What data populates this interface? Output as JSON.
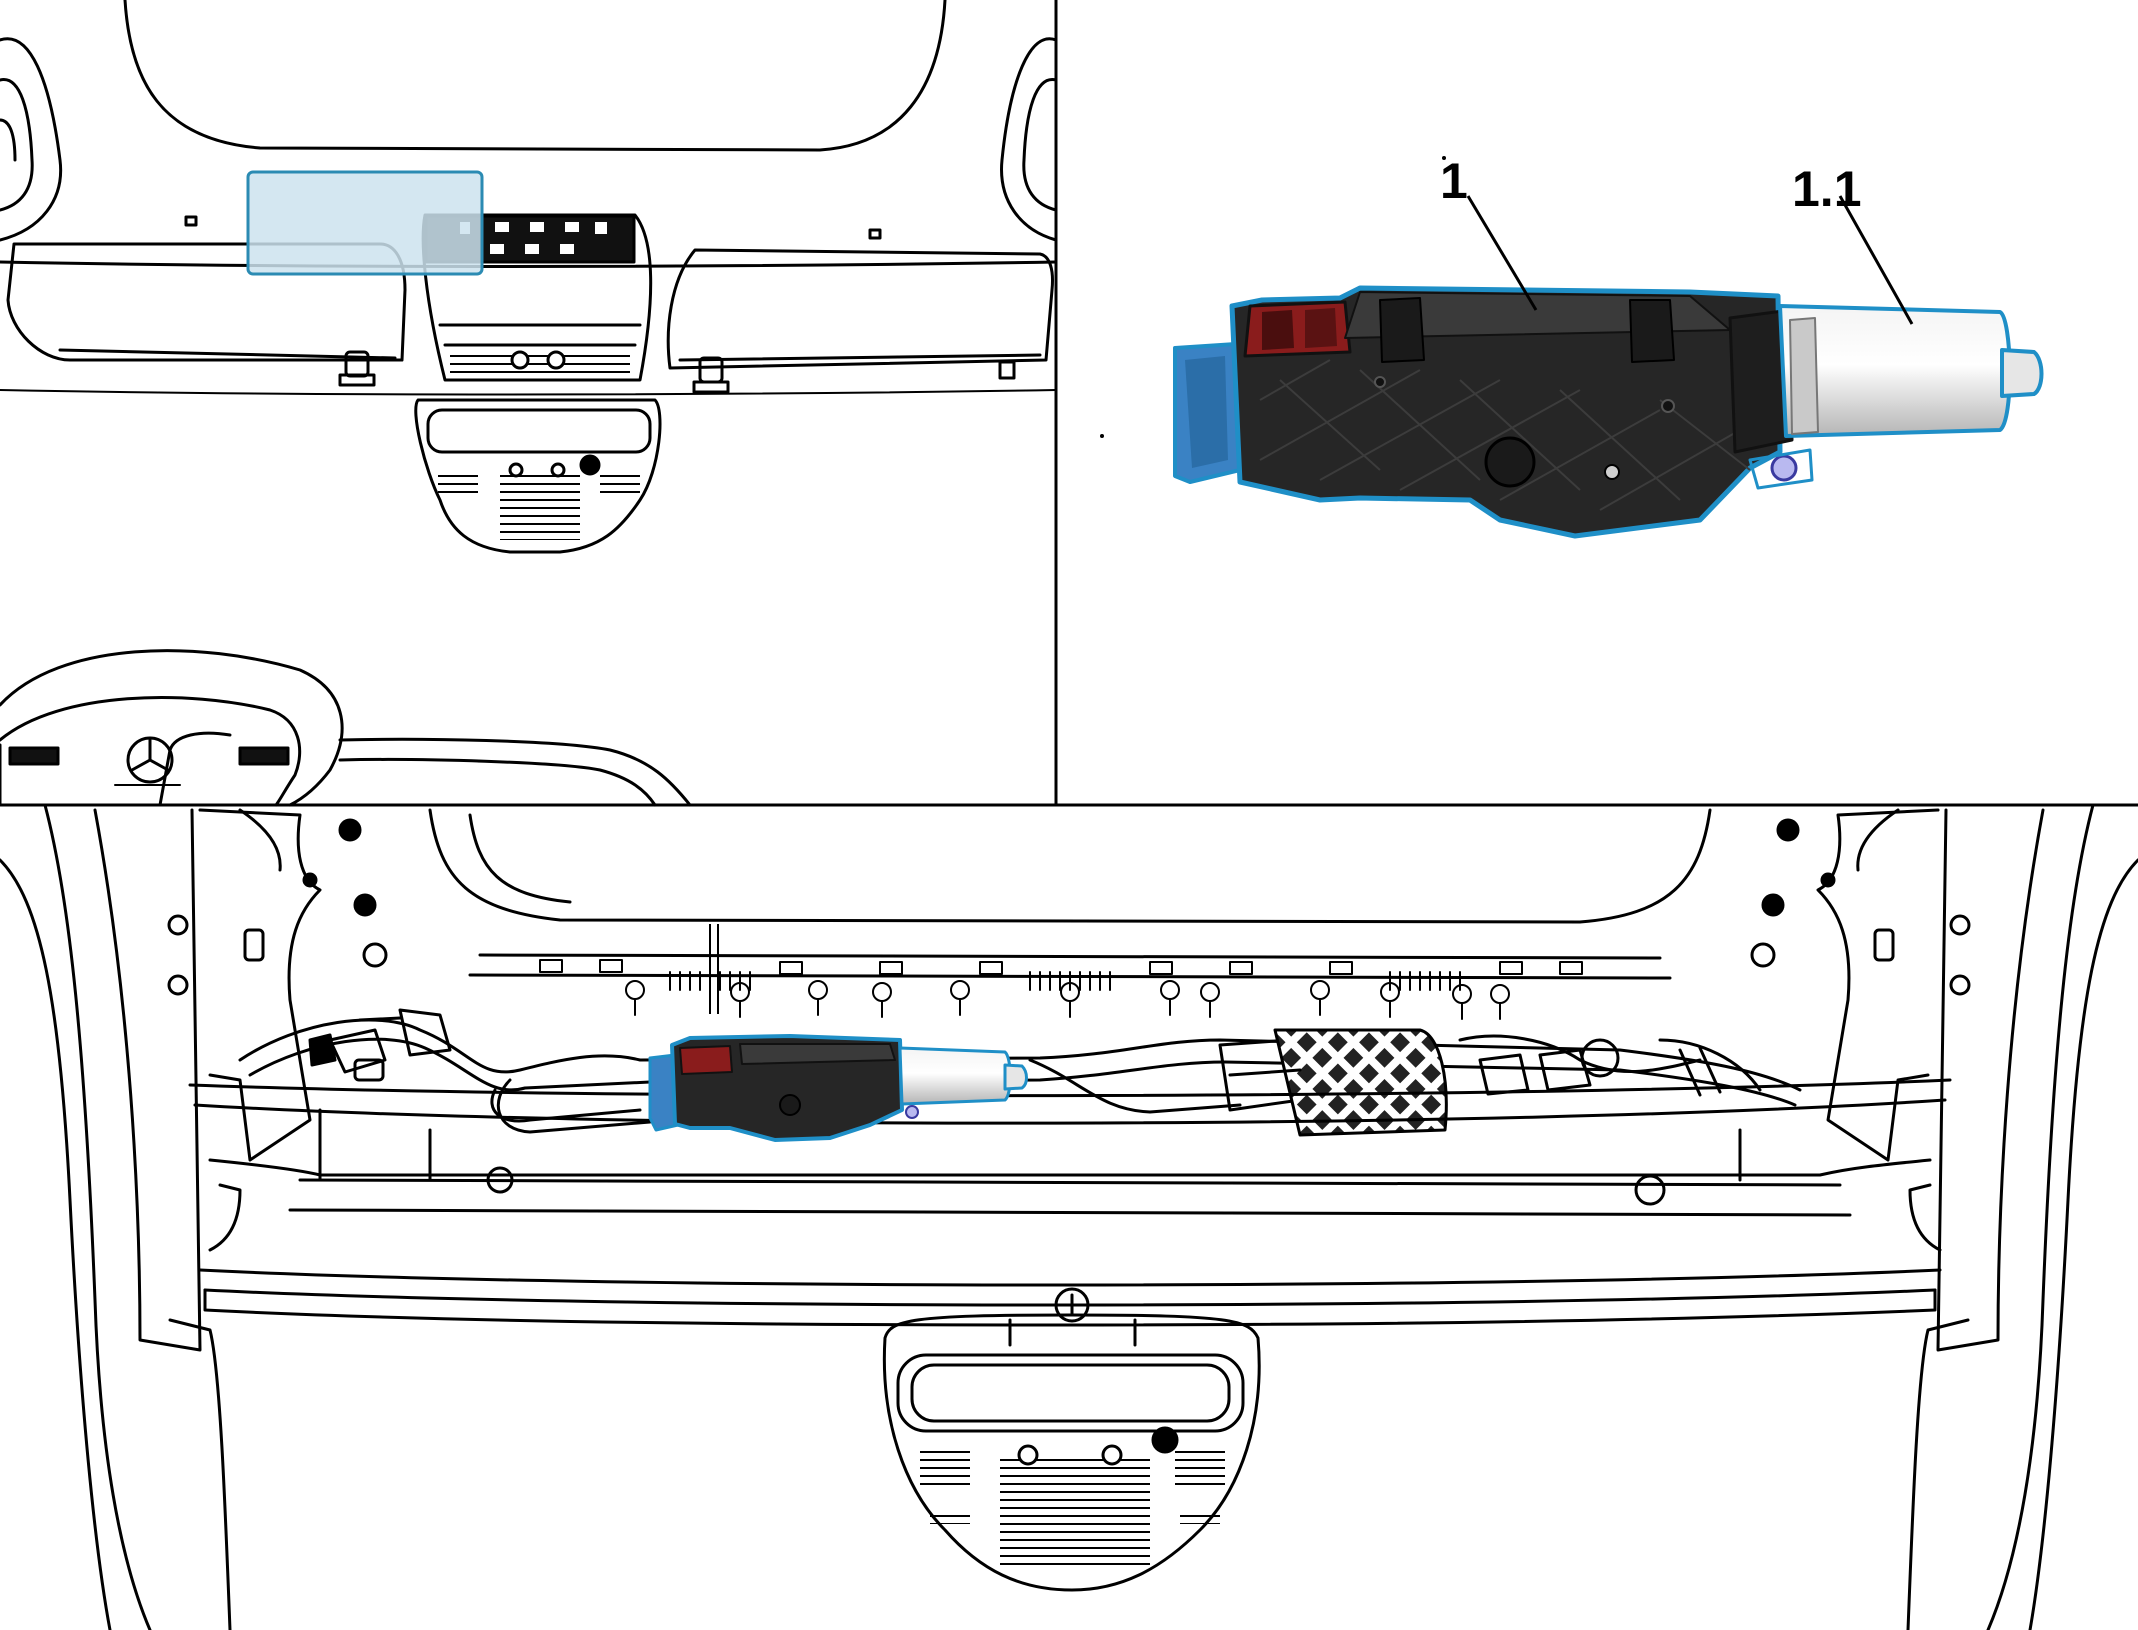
{
  "panels": {
    "top_left": "overview-roof-liner-with-highlight",
    "top_right": "component-detail",
    "bottom": "installation-location-view"
  },
  "callouts": {
    "part_1": "1",
    "part_1_1": "1.1"
  },
  "colors": {
    "line": "#000000",
    "highlight_fill": "#cde3ee",
    "highlight_stroke": "#2b8bb3",
    "component_body": "#262626",
    "component_outline": "#1f8fc7",
    "connector_blue": "#3a82c4",
    "connector_red": "#8a1c1c",
    "motor_silver": "#d9d9d9"
  }
}
